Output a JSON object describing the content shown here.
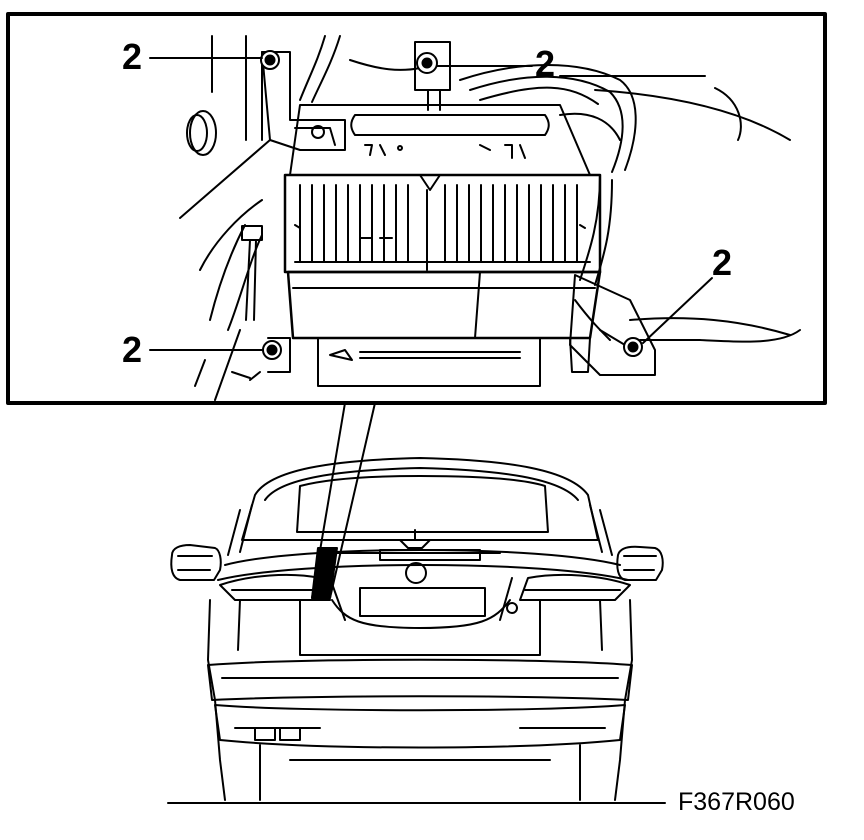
{
  "callouts": {
    "top_left": "2",
    "top_right": "2",
    "mid_right": "2",
    "bottom_left": "2"
  },
  "figure_code": "F367R060"
}
